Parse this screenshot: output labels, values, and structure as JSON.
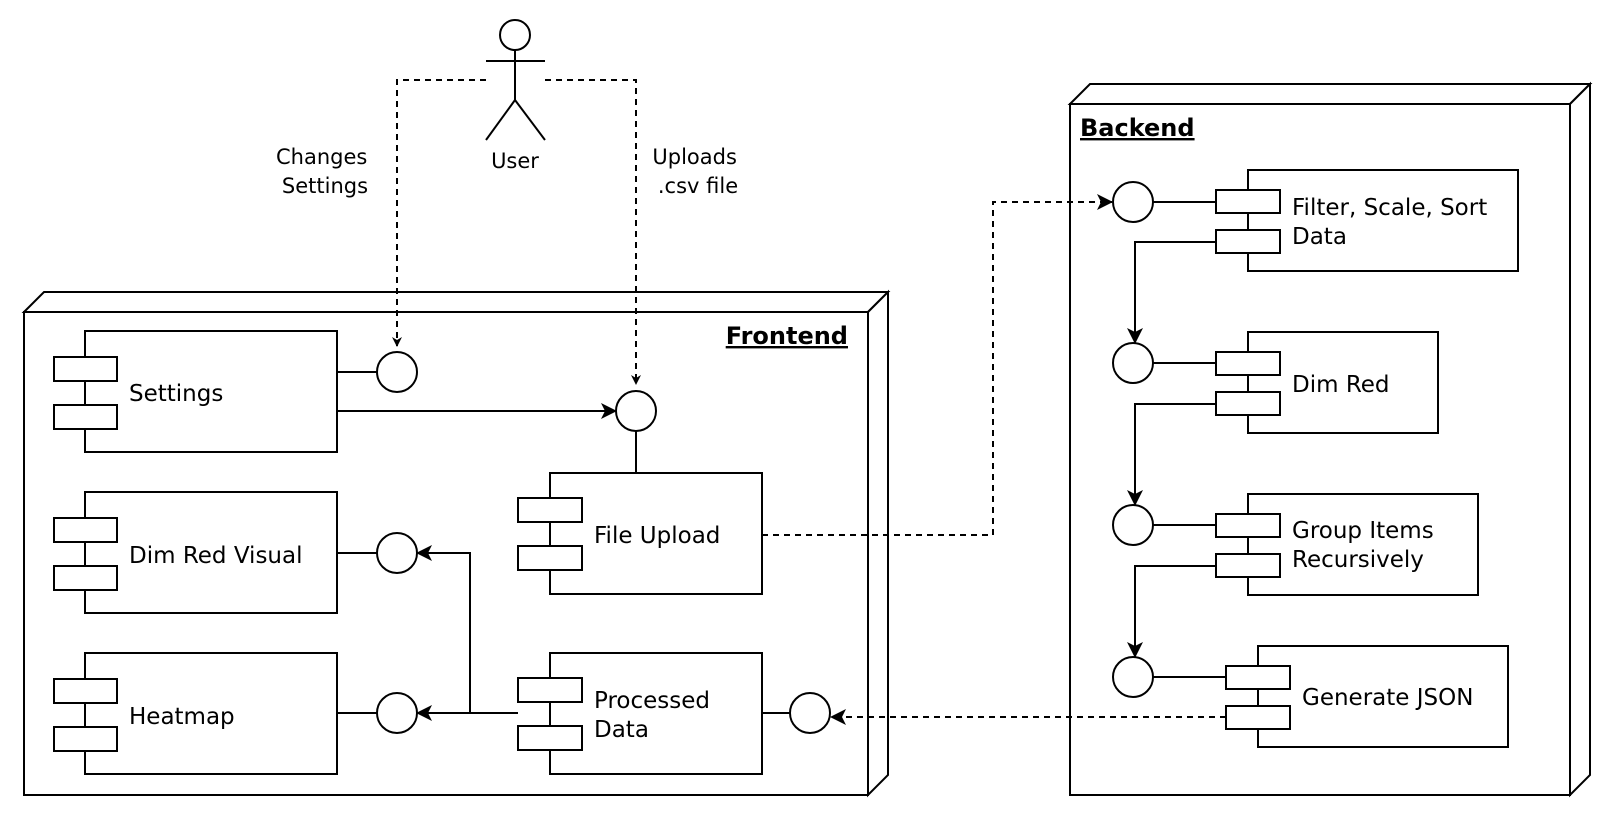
{
  "actor": {
    "label": "User"
  },
  "edges": {
    "changes_settings": [
      "Changes",
      "Settings"
    ],
    "uploads_csv": [
      "Uploads",
      ".csv file"
    ]
  },
  "frontend": {
    "title": "Frontend",
    "components": {
      "settings": [
        "Settings"
      ],
      "dim_red_visual": [
        "Dim Red Visual"
      ],
      "heatmap": [
        "Heatmap"
      ],
      "file_upload": [
        "File Upload"
      ],
      "processed_data": [
        "Processed",
        "Data"
      ]
    }
  },
  "backend": {
    "title": "Backend",
    "components": {
      "filter": [
        "Filter, Scale, Sort",
        "Data"
      ],
      "dim_red": [
        "Dim Red"
      ],
      "group": [
        "Group Items",
        "Recursively"
      ],
      "json": [
        "Generate JSON"
      ]
    }
  }
}
